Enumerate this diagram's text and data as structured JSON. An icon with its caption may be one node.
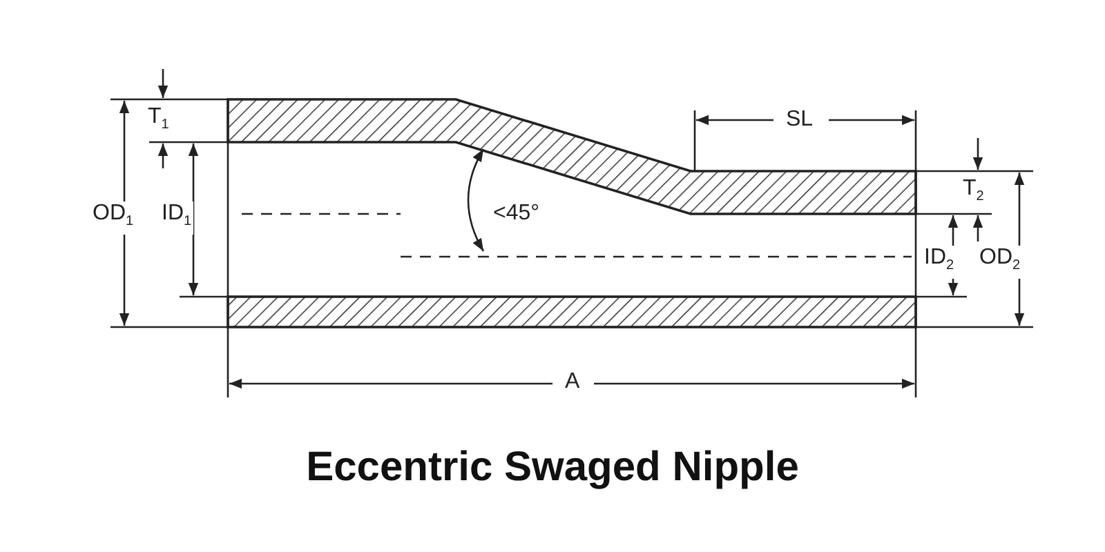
{
  "diagram": {
    "caption": "Eccentric Swaged Nipple",
    "labels": [
      "T$_{1}$",
      "OD$_{1}$",
      "ID$_{1}$",
      "<45°",
      "SL",
      "T$_{2}$",
      "ID$_{2}$",
      "OD$_{2}$",
      "A"
    ]
  }
}
